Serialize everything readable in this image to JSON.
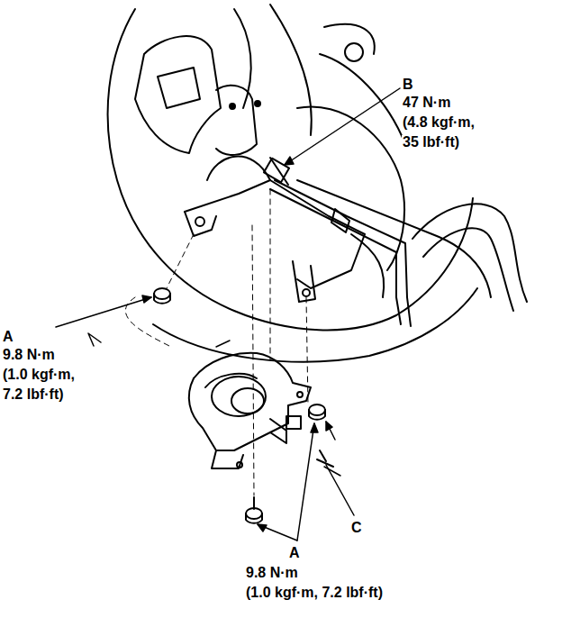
{
  "diagram": {
    "labels": [
      "B",
      "47 N·m",
      "(4.8 kgf·m,",
      "35 lbf·ft)",
      "A",
      "9.8 N·m",
      "(1.0 kgf·m,",
      "7.2 lbf·ft)",
      "C",
      "A",
      "9.8 N·m",
      "(1.0 kgf·m, 7.2 lbf·ft)"
    ]
  }
}
